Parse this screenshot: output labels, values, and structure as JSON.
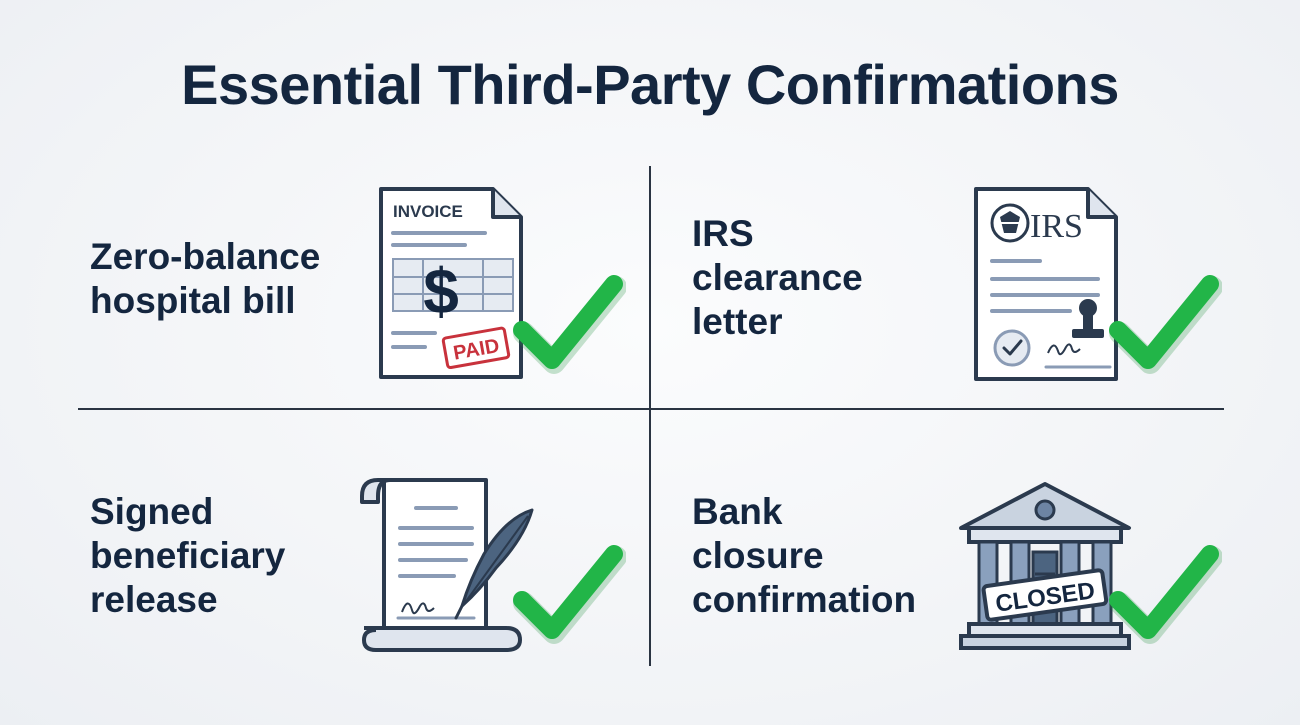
{
  "title": "Essential Third-Party Confirmations",
  "colors": {
    "text": "#14263f",
    "check": "#22b548",
    "stamp_red": "#c8323c",
    "outline": "#2b3a4e",
    "paper": "#ffffff",
    "blue_line": "#8a9bb5"
  },
  "items": [
    {
      "lines": [
        "Zero-balance",
        "hospital bill"
      ],
      "icon": "invoice-document-icon",
      "doc_heading": "INVOICE",
      "stamp": "PAID"
    },
    {
      "lines": [
        "IRS",
        "clearance",
        "letter"
      ],
      "icon": "irs-letter-icon",
      "doc_heading": "IRS"
    },
    {
      "lines": [
        "Signed",
        "beneficiary",
        "release"
      ],
      "icon": "scroll-quill-icon"
    },
    {
      "lines": [
        "Bank",
        "closure",
        "confirmation"
      ],
      "icon": "bank-building-icon",
      "stamp": "CLOSED"
    }
  ]
}
